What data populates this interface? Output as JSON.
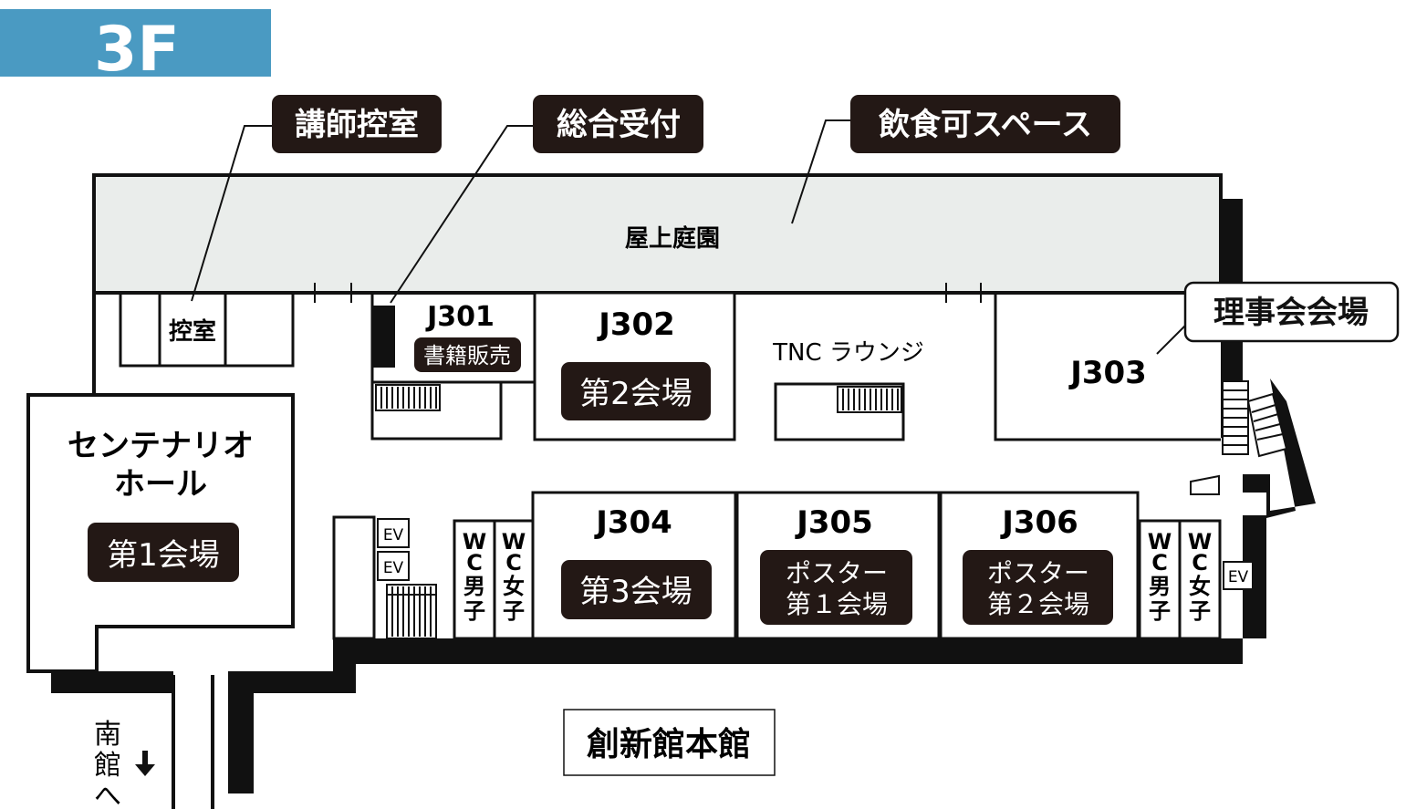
{
  "floor_label": "3F",
  "callouts": {
    "lecturer_room": "講師控室",
    "reception": "総合受付",
    "dining_space": "飲食可スペース",
    "board_meeting": "理事会会場"
  },
  "areas": {
    "rooftop_garden": "屋上庭園",
    "waiting_room": "控室",
    "j301": "J301",
    "bookstore": "書籍販売",
    "j302": "J302",
    "venue2": "第2会場",
    "tnc_lounge": "TNC ラウンジ",
    "j303": "J303",
    "centenario_line1": "センテナリオ",
    "centenario_line2": "ホール",
    "venue1": "第1会場",
    "j304": "J304",
    "venue3": "第3会場",
    "j305": "J305",
    "poster1_line1": "ポスター",
    "poster1_line2": "第１会場",
    "j306": "J306",
    "poster2_line1": "ポスター",
    "poster2_line2": "第２会場",
    "ev": "EV",
    "wc_men": "WC男子",
    "wc_women": "WC女子",
    "main_building": "創新館本館",
    "to_south_building": "南館へ"
  },
  "colors": {
    "floor_tab": "#4a9ac2",
    "rooftop": "#eaedeb",
    "label_bg": "#231815",
    "walls": "#111111"
  }
}
